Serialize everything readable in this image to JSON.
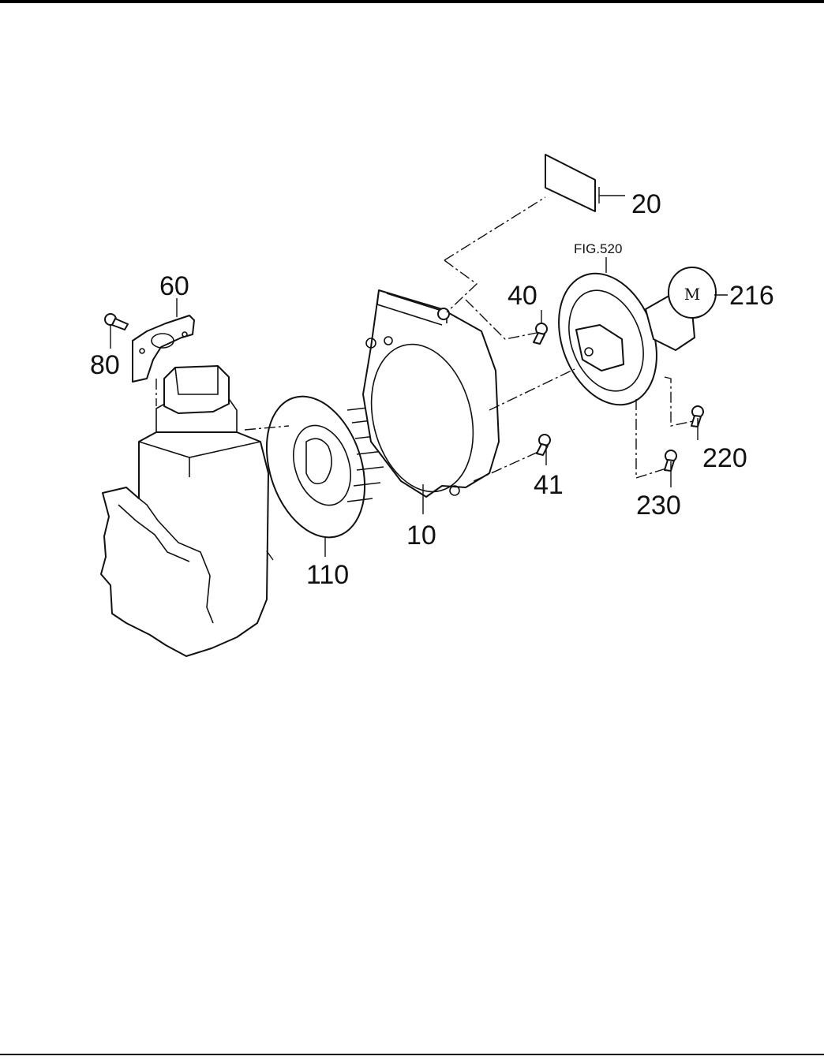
{
  "callouts": {
    "c20": "20",
    "c60": "60",
    "c80": "80",
    "c40": "40",
    "c216": "216",
    "c220": "220",
    "c41": "41",
    "c230": "230",
    "c10": "10",
    "c110": "110"
  },
  "figure_reference": "FIG.520",
  "recoil_cap_letter": "M"
}
